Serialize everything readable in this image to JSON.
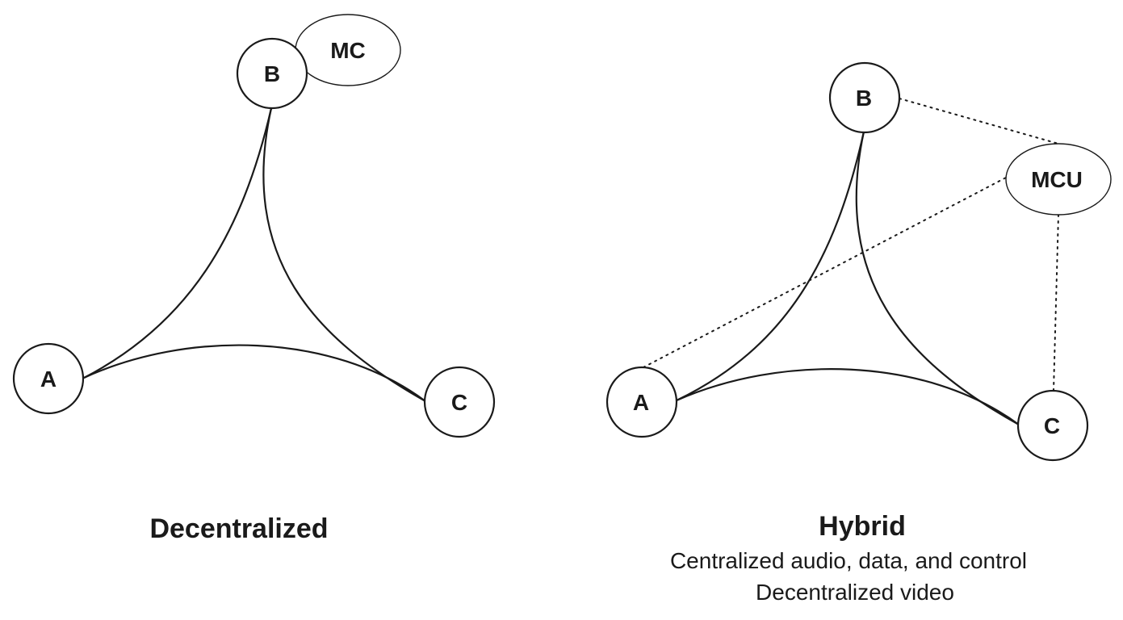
{
  "diagrams": [
    {
      "title": "Decentralized",
      "subtitle_lines": [],
      "nodes": [
        {
          "id": "A",
          "label": "A",
          "shape": "circle"
        },
        {
          "id": "B",
          "label": "B",
          "shape": "circle"
        },
        {
          "id": "C",
          "label": "C",
          "shape": "circle"
        },
        {
          "id": "MC",
          "label": "MC",
          "shape": "ellipse",
          "attached_to": "B"
        }
      ],
      "edges": [
        {
          "from": "A",
          "to": "B",
          "style": "solid"
        },
        {
          "from": "B",
          "to": "C",
          "style": "solid"
        },
        {
          "from": "A",
          "to": "C",
          "style": "solid"
        }
      ]
    },
    {
      "title": "Hybrid",
      "subtitle_lines": [
        "Centralized audio, data, and control",
        "Decentralized video"
      ],
      "nodes": [
        {
          "id": "A",
          "label": "A",
          "shape": "circle"
        },
        {
          "id": "B",
          "label": "B",
          "shape": "circle"
        },
        {
          "id": "C",
          "label": "C",
          "shape": "circle"
        },
        {
          "id": "MCU",
          "label": "MCU",
          "shape": "ellipse"
        }
      ],
      "edges": [
        {
          "from": "A",
          "to": "B",
          "style": "solid"
        },
        {
          "from": "B",
          "to": "C",
          "style": "solid"
        },
        {
          "from": "A",
          "to": "C",
          "style": "solid"
        },
        {
          "from": "B",
          "to": "MCU",
          "style": "dotted"
        },
        {
          "from": "A",
          "to": "MCU",
          "style": "dotted"
        },
        {
          "from": "C",
          "to": "MCU",
          "style": "dotted"
        }
      ]
    }
  ]
}
